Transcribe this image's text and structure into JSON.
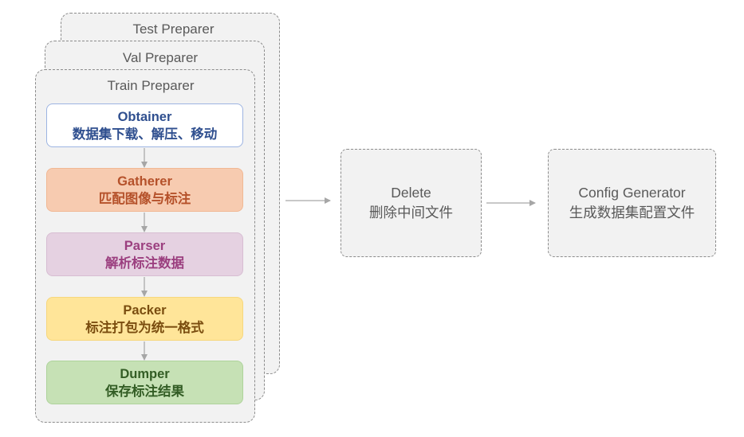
{
  "preparers": {
    "test": "Test Preparer",
    "val": "Val Preparer",
    "train": "Train Preparer"
  },
  "steps": [
    {
      "title": "Obtainer",
      "desc": "数据集下载、解压、移动",
      "color": "#2f4f8f"
    },
    {
      "title": "Gatherer",
      "desc": "匹配图像与标注",
      "color": "#b5512a"
    },
    {
      "title": "Parser",
      "desc": "解析标注数据",
      "color": "#9b3f7f"
    },
    {
      "title": "Packer",
      "desc": "标注打包为统一格式",
      "color": "#7a4d0f"
    },
    {
      "title": "Dumper",
      "desc": "保存标注结果",
      "color": "#335d25"
    }
  ],
  "delete": {
    "title": "Delete",
    "desc": "删除中间文件"
  },
  "config": {
    "title": "Config Generator",
    "desc": "生成数据集配置文件"
  }
}
